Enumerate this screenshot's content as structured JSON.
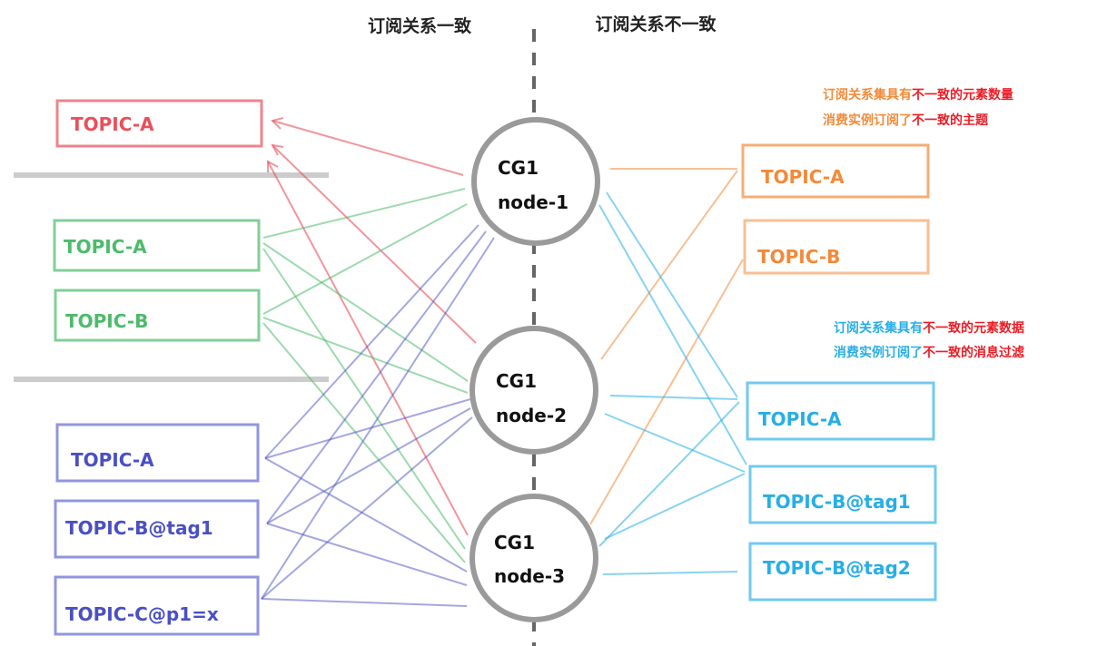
{
  "headings": {
    "consistent": "订阅关系一致",
    "inconsistent": "订阅关系不一致"
  },
  "colors": {
    "red": "#e8505b",
    "green": "#4cbb6b",
    "blue": "#4a4fc4",
    "orange": "#f28a3a",
    "cyan": "#27aee6",
    "node_ring": "#9a9a9a",
    "divider": "#cccccc",
    "note_red": "#ee1c25"
  },
  "nodes": [
    {
      "line1": "CG1",
      "line2": "node-1"
    },
    {
      "line1": "CG1",
      "line2": "node-2"
    },
    {
      "line1": "CG1",
      "line2": "node-3"
    }
  ],
  "left_groups": {
    "red": [
      "TOPIC-A"
    ],
    "green": [
      "TOPIC-A",
      "TOPIC-B"
    ],
    "blue": [
      "TOPIC-A",
      "TOPIC-B@tag1",
      "TOPIC-C@p1=x"
    ]
  },
  "right_groups": {
    "orange": [
      "TOPIC-A",
      "TOPIC-B"
    ],
    "cyan": [
      "TOPIC-A",
      "TOPIC-B@tag1",
      "TOPIC-B@tag2"
    ]
  },
  "notes": {
    "orange": {
      "line1_a": "订阅关系集具有",
      "line1_b": "不一致的元素数量",
      "line2_a": "消费实例订阅了",
      "line2_b": "不一致的主题"
    },
    "cyan": {
      "line1_a": "订阅关系集具有",
      "line1_b": "不一致的元素数据",
      "line2_a": "消费实例订阅了",
      "line2_b": "不一致的消息过滤"
    }
  }
}
